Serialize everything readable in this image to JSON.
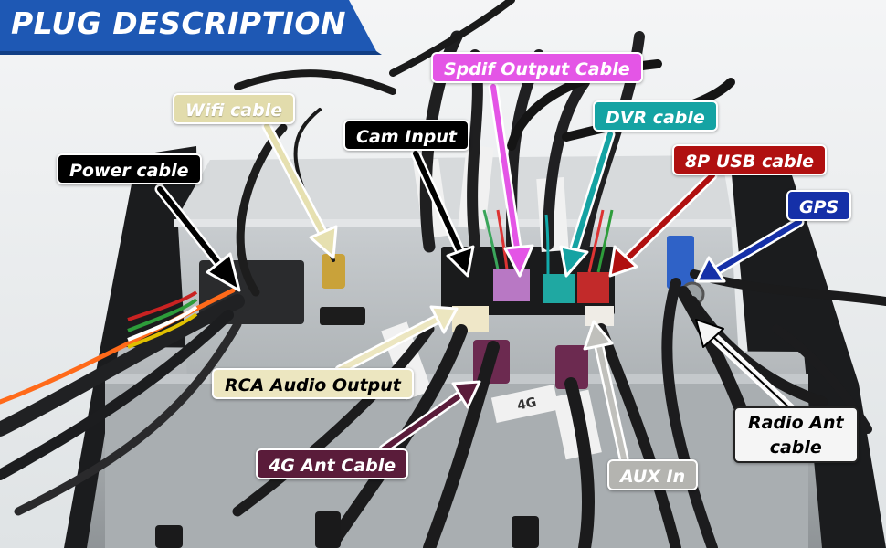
{
  "title": "PLUG DESCRIPTION",
  "labels": {
    "power_cable": "Power cable",
    "wifi_cable": "Wifi cable",
    "cam_input": "Cam Input",
    "spdif_output_cable": "Spdif Output Cable",
    "dvr_cable": "DVR cable",
    "usb_cable": "8P USB cable",
    "gps": "GPS",
    "rca_audio_output": "RCA Audio Output",
    "ant_4g_cable": "4G Ant Cable",
    "aux_in": "AUX In",
    "radio_ant_cable_1": "Radio Ant",
    "radio_ant_cable_2": "cable"
  },
  "photo_text": {
    "tag_4g": "4G"
  },
  "colors": {
    "banner": "#1e58b4",
    "power": "#000000",
    "wifi": "#e6e0b0",
    "cam": "#000000",
    "spdif": "#e455e6",
    "dvr": "#15a3a3",
    "usb": "#b01010",
    "gps": "#1530a8",
    "rca": "#ece6c0",
    "ant4g": "#5a1c3a",
    "aux": "#c0c0bc",
    "radio": "#f5f5f5"
  }
}
